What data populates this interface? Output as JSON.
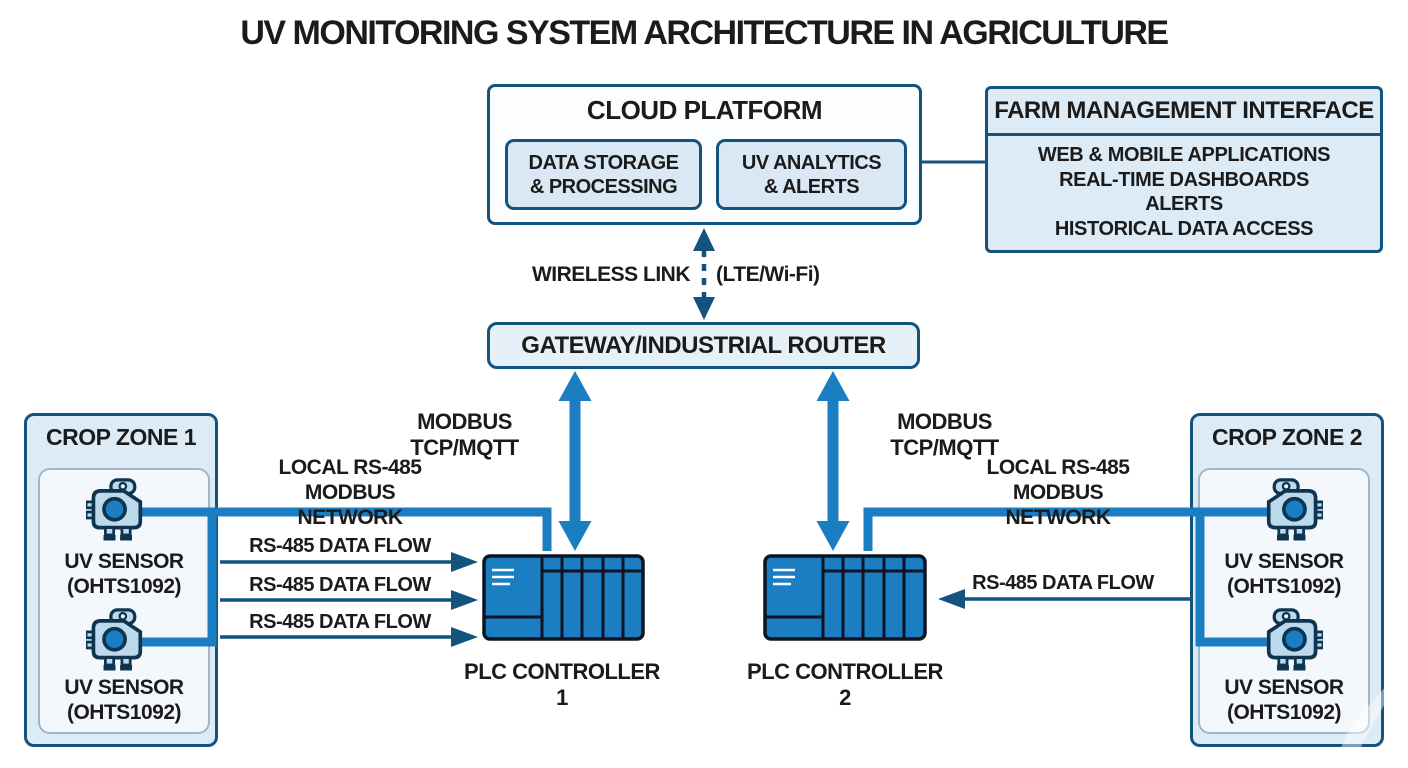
{
  "title": "UV MONITORING SYSTEM ARCHITECTURE IN AGRICULTURE",
  "cloud_platform": {
    "title": "CLOUD PLATFORM",
    "modules": [
      "DATA STORAGE\n& PROCESSING",
      "UV ANALYTICS\n& ALERTS"
    ]
  },
  "farm_interface": {
    "title": "FARM MANAGEMENT INTERFACE",
    "items": [
      "WEB & MOBILE APPLICATIONS",
      "REAL-TIME DASHBOARDS",
      "ALERTS",
      "HISTORICAL DATA ACCESS"
    ]
  },
  "wireless_link": {
    "label": "WIRELESS LINK",
    "tech": "(LTE/Wi-Fi)"
  },
  "gateway": {
    "label": "GATEWAY/INDUSTRIAL ROUTER"
  },
  "modbus": {
    "left": "MODBUS TCP/MQTT",
    "right": "MODBUS TCP/MQTT"
  },
  "local_network": {
    "left": "LOCAL RS-485\nMODBUS NETWORK",
    "right": "LOCAL RS-485\nMODBUS NETWORK"
  },
  "rs485_left": {
    "labels": [
      "RS-485 DATA FLOW",
      "RS-485 DATA FLOW",
      "RS-485 DATA FLOW"
    ]
  },
  "rs485_right": {
    "label": "RS-485 DATA FLOW"
  },
  "plc": {
    "controller1": "PLC CONTROLLER 1",
    "controller2": "PLC CONTROLLER 2"
  },
  "crop_zone1": {
    "title": "CROP ZONE 1",
    "sensors": [
      {
        "label": "UV SENSOR\n(OHTS1092)"
      },
      {
        "label": "UV SENSOR\n(OHTS1092)"
      }
    ]
  },
  "crop_zone2": {
    "title": "CROP ZONE 2",
    "sensors": [
      {
        "label": "UV SENSOR\n(OHTS1092)"
      },
      {
        "label": "UV SENSOR\n(OHTS1092)"
      }
    ]
  },
  "icons": {
    "uv_sensor": "uv-sensor-device-icon",
    "plc": "plc-module-icon",
    "modbus_arrow": "double-headed-vertical-arrow",
    "wireless_arrow": "dashed-double-headed-arrow",
    "rs485_arrow": "single-headed-horizontal-arrow"
  },
  "colors": {
    "navy": "#14537E",
    "bright_blue": "#1B7EC2",
    "panel_blue": "#DCEBF6",
    "panel_inner": "#F4F8FC",
    "text": "#1B1B1B",
    "background": "#FFFFFF"
  }
}
